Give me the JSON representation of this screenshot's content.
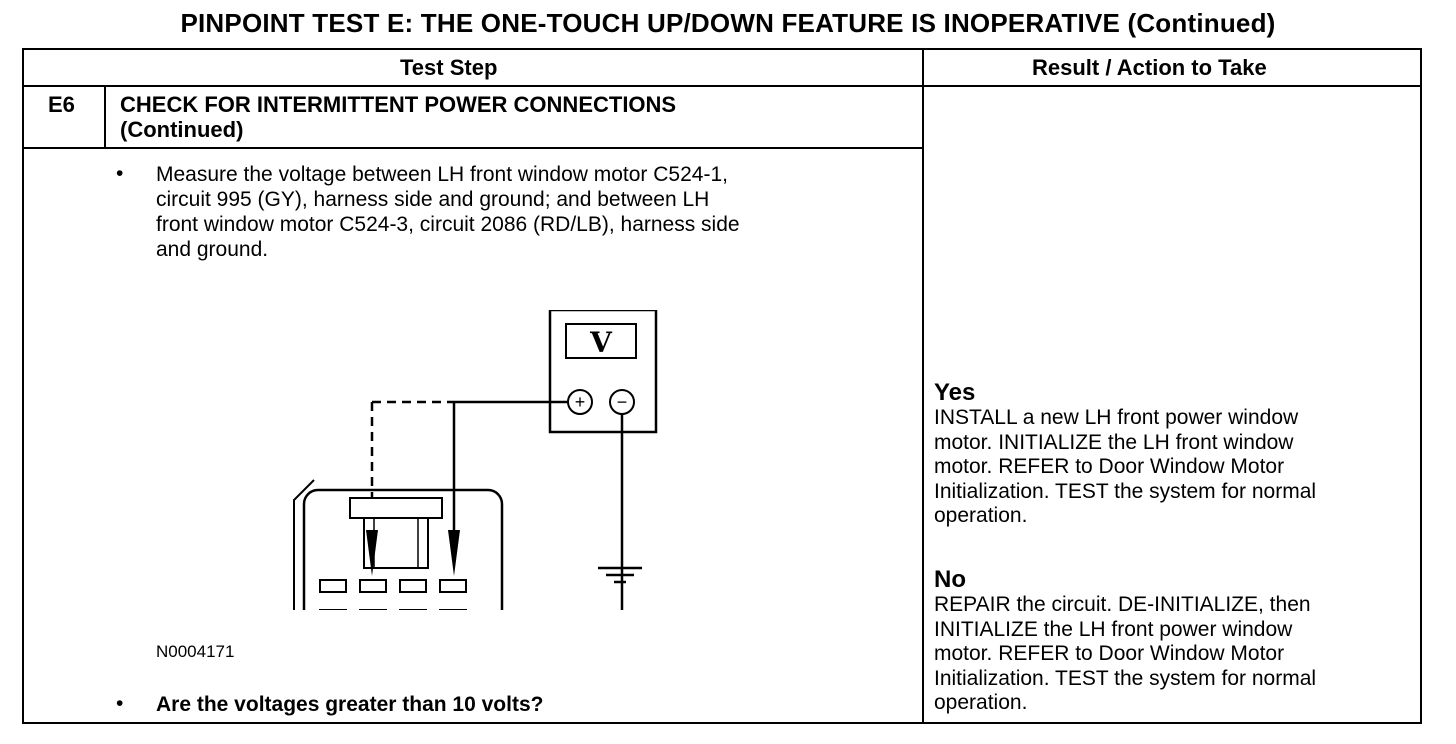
{
  "title": "PINPOINT TEST  E: THE ONE-TOUCH UP/DOWN FEATURE IS INOPERATIVE (Continued)",
  "table": {
    "col_headers": [
      "Test Step",
      "Result / Action to Take"
    ],
    "step": {
      "id": "E6",
      "title_line1": "CHECK FOR INTERMITTENT POWER CONNECTIONS",
      "title_line2": "(Continued)",
      "bullet1_lines": [
        "Measure the voltage between LH front window motor C524-1,",
        "circuit 995 (GY), harness side and ground; and between LH",
        "front window motor C524-3, circuit 2086 (RD/LB), harness side",
        "and ground."
      ],
      "bullet_symbol": "•",
      "figure": {
        "meter_label": "V",
        "plus": "+",
        "minus": "−",
        "code": "N0004171"
      },
      "question": "Are the voltages greater than 10 volts?"
    },
    "results": {
      "yes": {
        "heading": "Yes",
        "lines": [
          "INSTALL a new LH front power window",
          "motor. INITIALIZE the LH front window",
          "motor. REFER to  Door Window Motor",
          "Initialization. TEST the system for normal",
          "operation."
        ]
      },
      "no": {
        "heading": "No",
        "lines": [
          "REPAIR the circuit. DE-INITIALIZE, then",
          "INITIALIZE the LH front power window",
          "motor. REFER to Door Window Motor",
          "Initialization. TEST the system for normal",
          "operation."
        ]
      }
    }
  }
}
